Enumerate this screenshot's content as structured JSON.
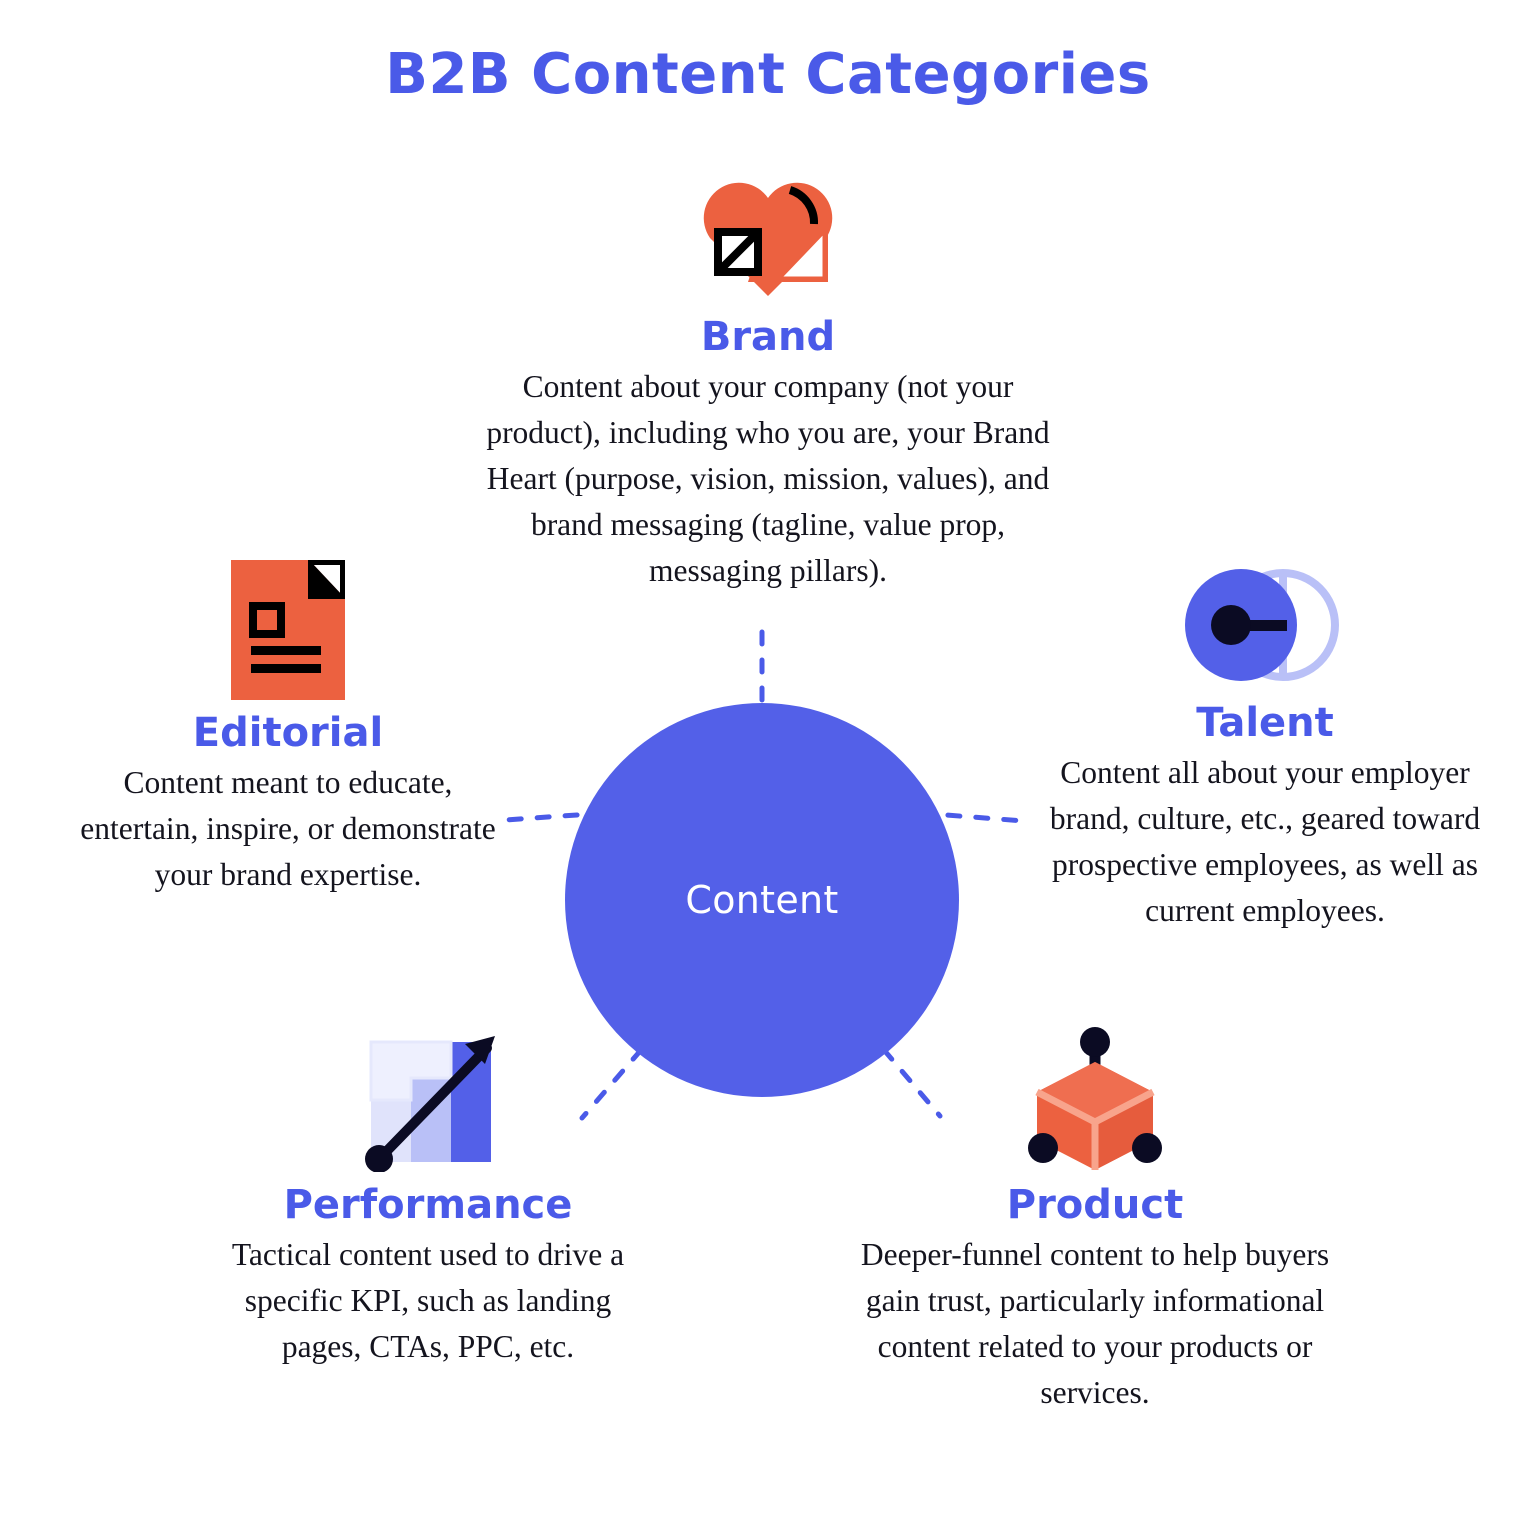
{
  "title": "B2B Content Categories",
  "colors": {
    "brand_blue": "#4a5ae8",
    "hub_blue": "#5360e8",
    "orange": "#ec6140",
    "light_blue": "#b9c0f7",
    "pale_blue": "#e0e3fb",
    "ink": "#0b0b23",
    "text": "#14141e",
    "background": "#ffffff"
  },
  "hub": {
    "label": "Content"
  },
  "categories": [
    {
      "id": "brand",
      "icon": "heart-icon",
      "title": "Brand",
      "description": "Content about your company (not your product), including who you are, your Brand Heart (purpose, vision, mission, values), and brand messaging (tagline, value prop, messaging pillars)."
    },
    {
      "id": "editorial",
      "icon": "document-icon",
      "title": "Editorial",
      "description": "Content meant to educate, entertain, inspire, or demonstrate your brand expertise."
    },
    {
      "id": "talent",
      "icon": "people-circles-icon",
      "title": "Talent",
      "description": "Content all about your employer brand, culture, etc., geared toward prospective employees, as well as current employees."
    },
    {
      "id": "performance",
      "icon": "growth-chart-icon",
      "title": "Performance",
      "description": "Tactical content used to drive a specific KPI, such as landing pages, CTAs, PPC, etc."
    },
    {
      "id": "product",
      "icon": "cube-icon",
      "title": "Product",
      "description": "Deeper-funnel content to help buyers gain trust, particularly informational content related to your products or services."
    }
  ]
}
